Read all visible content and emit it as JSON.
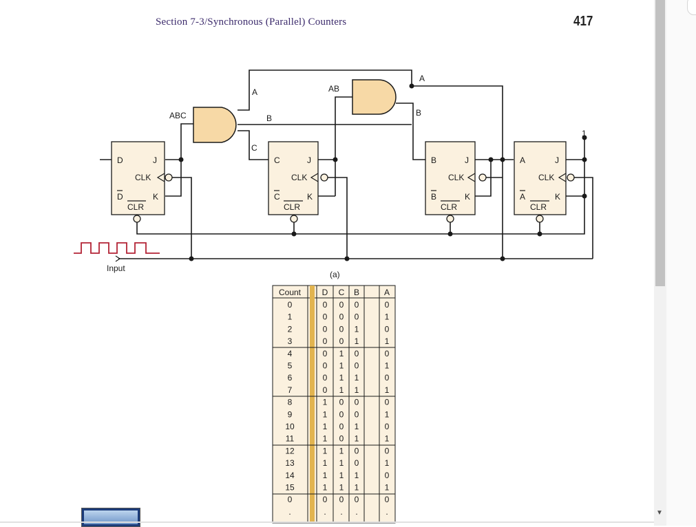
{
  "header": {
    "section_title": "Section 7-3/Synchronous (Parallel) Counters",
    "page_number": "417"
  },
  "circuit": {
    "caption": "(a)",
    "input_label": "Input",
    "wire_labels": {
      "a_top": "A",
      "a_left": "A",
      "ab": "AB",
      "abc": "ABC",
      "b_mid": "B",
      "b_right": "B",
      "c": "C",
      "one": "1"
    },
    "flipflops": [
      {
        "name": "ff-d",
        "q": "D",
        "qbar": "D",
        "j": "J",
        "k": "K",
        "clk": "CLK",
        "clr": "CLR"
      },
      {
        "name": "ff-c",
        "q": "C",
        "qbar": "C",
        "j": "J",
        "k": "K",
        "clk": "CLK",
        "clr": "CLR"
      },
      {
        "name": "ff-b",
        "q": "B",
        "qbar": "B",
        "j": "J",
        "k": "K",
        "clk": "CLK",
        "clr": "CLR"
      },
      {
        "name": "ff-a",
        "q": "A",
        "qbar": "A",
        "j": "J",
        "k": "K",
        "clk": "CLK",
        "clr": "CLR"
      }
    ]
  },
  "table": {
    "headers": [
      "Count",
      "D",
      "C",
      "B",
      "A"
    ],
    "rows": [
      [
        "0",
        "0",
        "0",
        "0",
        "0"
      ],
      [
        "1",
        "0",
        "0",
        "0",
        "1"
      ],
      [
        "2",
        "0",
        "0",
        "1",
        "0"
      ],
      [
        "3",
        "0",
        "0",
        "1",
        "1"
      ],
      [
        "4",
        "0",
        "1",
        "0",
        "0"
      ],
      [
        "5",
        "0",
        "1",
        "0",
        "1"
      ],
      [
        "6",
        "0",
        "1",
        "1",
        "0"
      ],
      [
        "7",
        "0",
        "1",
        "1",
        "1"
      ],
      [
        "8",
        "1",
        "0",
        "0",
        "0"
      ],
      [
        "9",
        "1",
        "0",
        "0",
        "1"
      ],
      [
        "10",
        "1",
        "0",
        "1",
        "0"
      ],
      [
        "11",
        "1",
        "0",
        "1",
        "1"
      ],
      [
        "12",
        "1",
        "1",
        "0",
        "0"
      ],
      [
        "13",
        "1",
        "1",
        "0",
        "1"
      ],
      [
        "14",
        "1",
        "1",
        "1",
        "0"
      ],
      [
        "15",
        "1",
        "1",
        "1",
        "1"
      ],
      [
        "0",
        "0",
        "0",
        "0",
        "0"
      ],
      [
        ".",
        ".",
        ".",
        ".",
        "."
      ]
    ]
  }
}
